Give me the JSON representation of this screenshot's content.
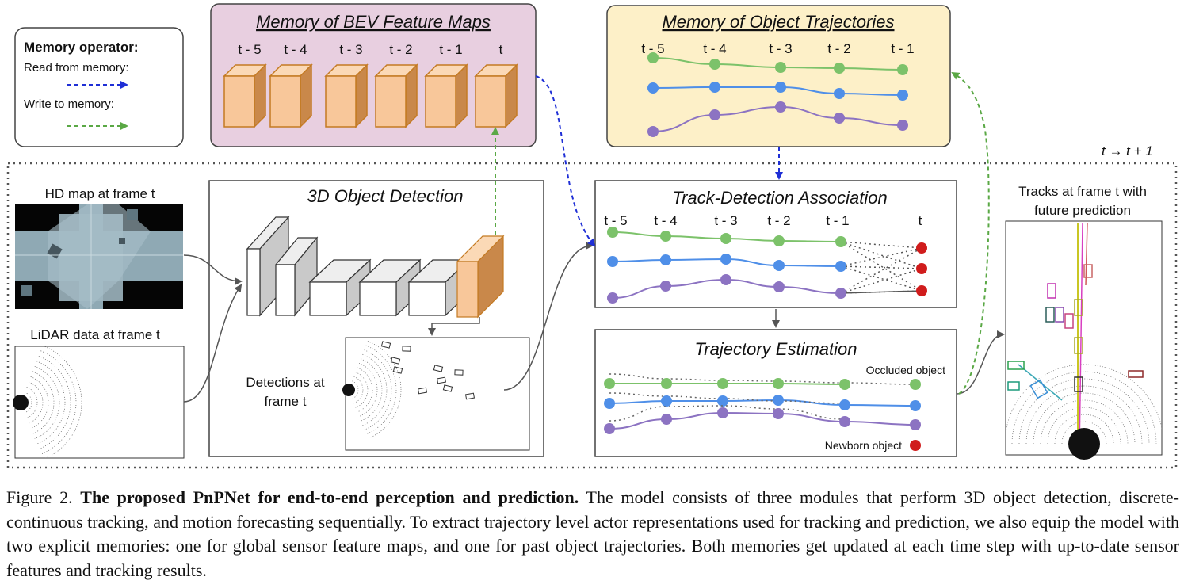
{
  "legend": {
    "title": "Memory operator:",
    "read": "Read from memory:",
    "write": "Write to memory:"
  },
  "bev_memory": {
    "title": "Memory of BEV Feature Maps",
    "labels": [
      "t - 5",
      "t - 4",
      "t - 3",
      "t - 2",
      "t - 1",
      "t"
    ]
  },
  "traj_memory": {
    "title": "Memory of Object Trajectories",
    "labels": [
      "t - 5",
      "t - 4",
      "t - 3",
      "t - 2",
      "t - 1"
    ]
  },
  "time_step": "t → t + 1",
  "inputs": {
    "hd_map": "HD map at frame t",
    "lidar": "LiDAR data at frame t"
  },
  "detection": {
    "title": "3D Object Detection",
    "output_line1": "Detections at",
    "output_line2": "frame t"
  },
  "association": {
    "title": "Track-Detection Association",
    "labels": [
      "t - 5",
      "t - 4",
      "t - 3",
      "t - 2",
      "t - 1",
      "t"
    ]
  },
  "estimation": {
    "title": "Trajectory Estimation",
    "occluded": "Occluded object",
    "newborn": "Newborn object"
  },
  "tracks": {
    "line1": "Tracks at frame t with",
    "line2": "future prediction"
  },
  "colors": {
    "green": "#7cc26a",
    "blue": "#4f8fe8",
    "purple": "#8c73c2",
    "red": "#d01c1c",
    "bev_bg": "#e8cfe0",
    "traj_bg": "#fdf0c8",
    "cube_orange": "#f8c79a",
    "read_arrow": "#1f2fd6",
    "write_arrow": "#5aa845"
  },
  "caption": {
    "prefix": "Figure 2. ",
    "bold": "The proposed PnPNet for end-to-end perception and prediction.",
    "body": " The model consists of three modules that perform 3D object detection, discrete-continuous tracking, and motion forecasting sequentially. To extract trajectory level actor representations used for tracking and prediction, we also equip the model with two explicit memories: one for global sensor feature maps, and one for past object trajectories. Both memories get updated at each time step with up-to-date sensor features and tracking results."
  }
}
